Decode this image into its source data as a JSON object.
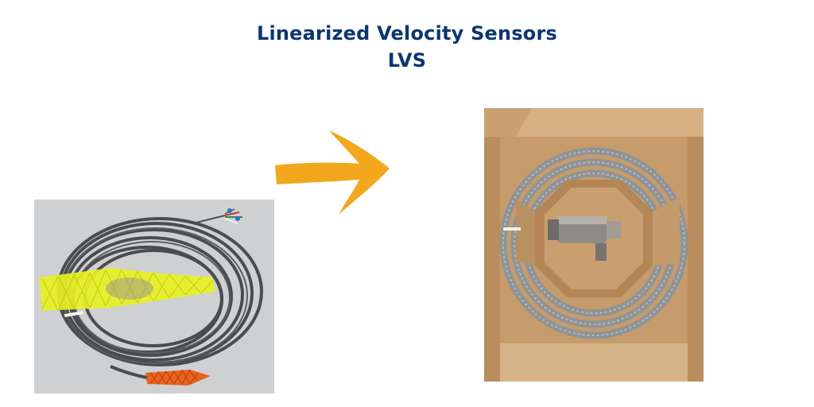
{
  "header": {
    "title": "Linearized Velocity Sensors",
    "subtitle": "LVS"
  },
  "images": {
    "left": {
      "icon": "coiled-cable-with-mesh-sleeve-photo"
    },
    "arrow": {
      "icon": "right-arrow-icon",
      "color": "#f2a71c"
    },
    "right": {
      "icon": "packaged-sensor-in-box-photo"
    }
  },
  "colors": {
    "title": "#0b3670",
    "arrow": "#f2a71c",
    "mesh_yellow": "#e8f024",
    "mesh_orange": "#e8631d",
    "cardboard": "#c69c6d"
  }
}
